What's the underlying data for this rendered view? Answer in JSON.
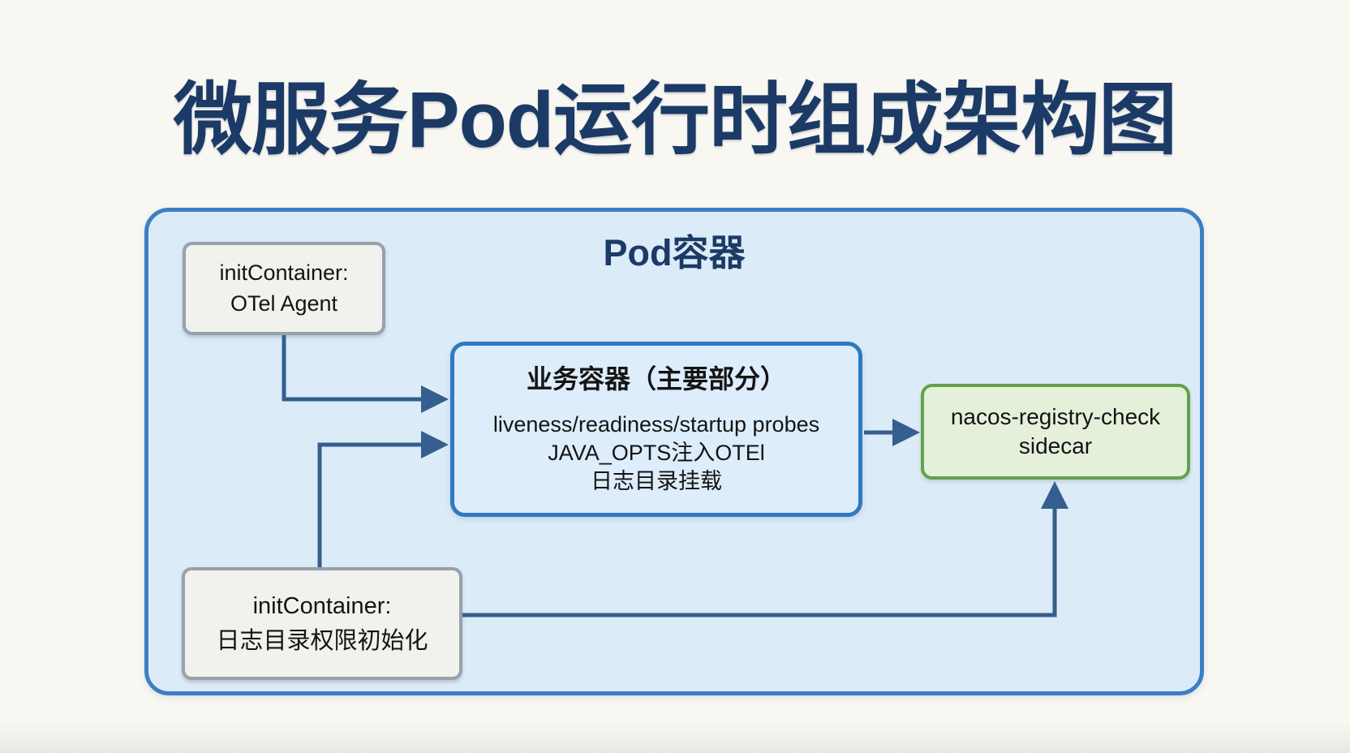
{
  "page": {
    "title": "微服务Pod运行时组成架构图"
  },
  "colors": {
    "background": "#f8f7f2",
    "heading_text": "#1c3a66",
    "pod_fill": "#dcebf8",
    "pod_border": "#3b7fc4",
    "business_fill": "#ddedfb",
    "business_border": "#2e79c2",
    "init_fill": "#f1f1ee",
    "init_border": "#98a1ab",
    "sidecar_fill": "#e5f0da",
    "sidecar_border": "#63a14b",
    "arrow": "#345f8e",
    "node_text": "#141414"
  },
  "diagram": {
    "pod_label": "Pod容器",
    "nodes": {
      "init_otel": {
        "lines": [
          "initContainer:",
          "OTel Agent"
        ]
      },
      "business": {
        "title": "业务容器（主要部分）",
        "lines": [
          "liveness/readiness/startup probes",
          "JAVA_OPTS注入OTEl",
          "日志目录挂载"
        ]
      },
      "sidecar": {
        "lines": [
          "nacos-registry-check",
          "sidecar"
        ]
      },
      "init_log": {
        "lines": [
          "initContainer:",
          "日志目录权限初始化"
        ]
      }
    }
  }
}
